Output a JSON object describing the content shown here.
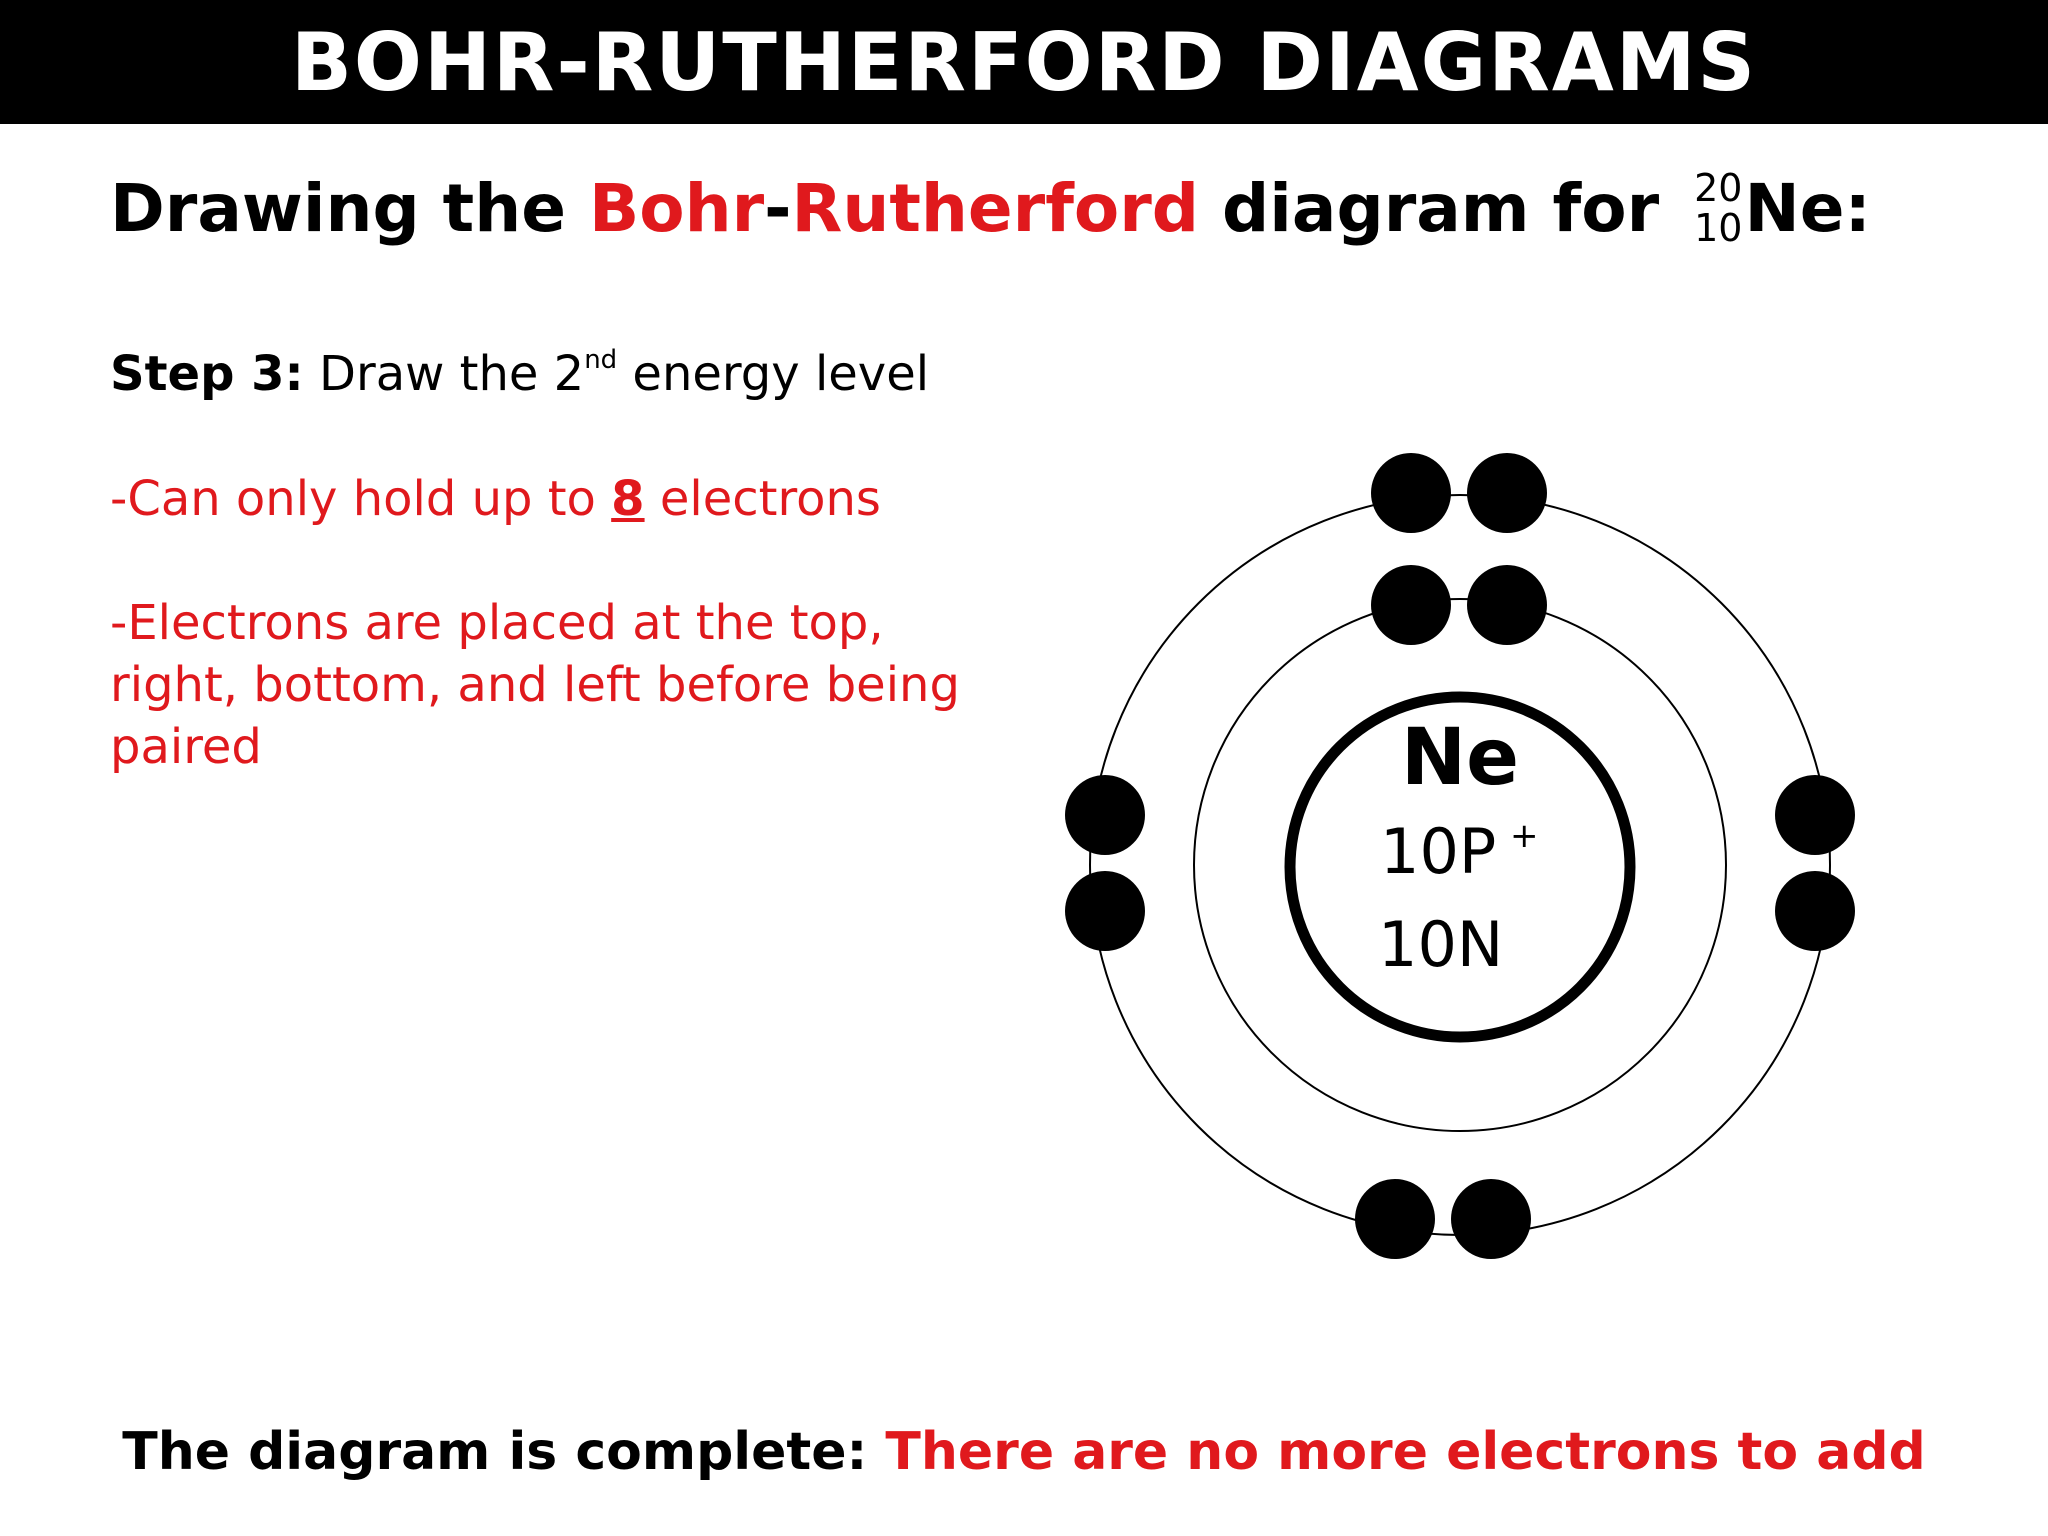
{
  "header": {
    "title": "BOHR-RUTHERFORD DIAGRAMS"
  },
  "subtitle": {
    "part1": "Drawing the ",
    "highlight1": "Bohr",
    "dash": "-",
    "highlight2": "Rutherford",
    "part2": " diagram for ",
    "mass_number": "20",
    "atomic_number": "10",
    "element": "Ne:"
  },
  "step": {
    "label": "Step 3:",
    "text_before": " Draw the 2",
    "ordinal_suffix": "nd",
    "text_after": " energy level"
  },
  "notes": {
    "capacity_before": "-Can only hold up to ",
    "capacity_number": "8",
    "capacity_after": " electrons",
    "placement": "-Electrons are placed at the top, right, bottom, and left before being paired"
  },
  "nucleus": {
    "symbol": "Ne",
    "protons": "10P",
    "proton_charge": "+",
    "neutrons": "10N"
  },
  "electron_shells": [
    {
      "level": 1,
      "electron_count": 2
    },
    {
      "level": 2,
      "electron_count": 8
    }
  ],
  "footer": {
    "part1": "The diagram is complete: ",
    "part2": "There are no more electrons to add"
  },
  "colors": {
    "accent_red": "#e0191d",
    "header_background": "#000000",
    "text": "#000000"
  }
}
